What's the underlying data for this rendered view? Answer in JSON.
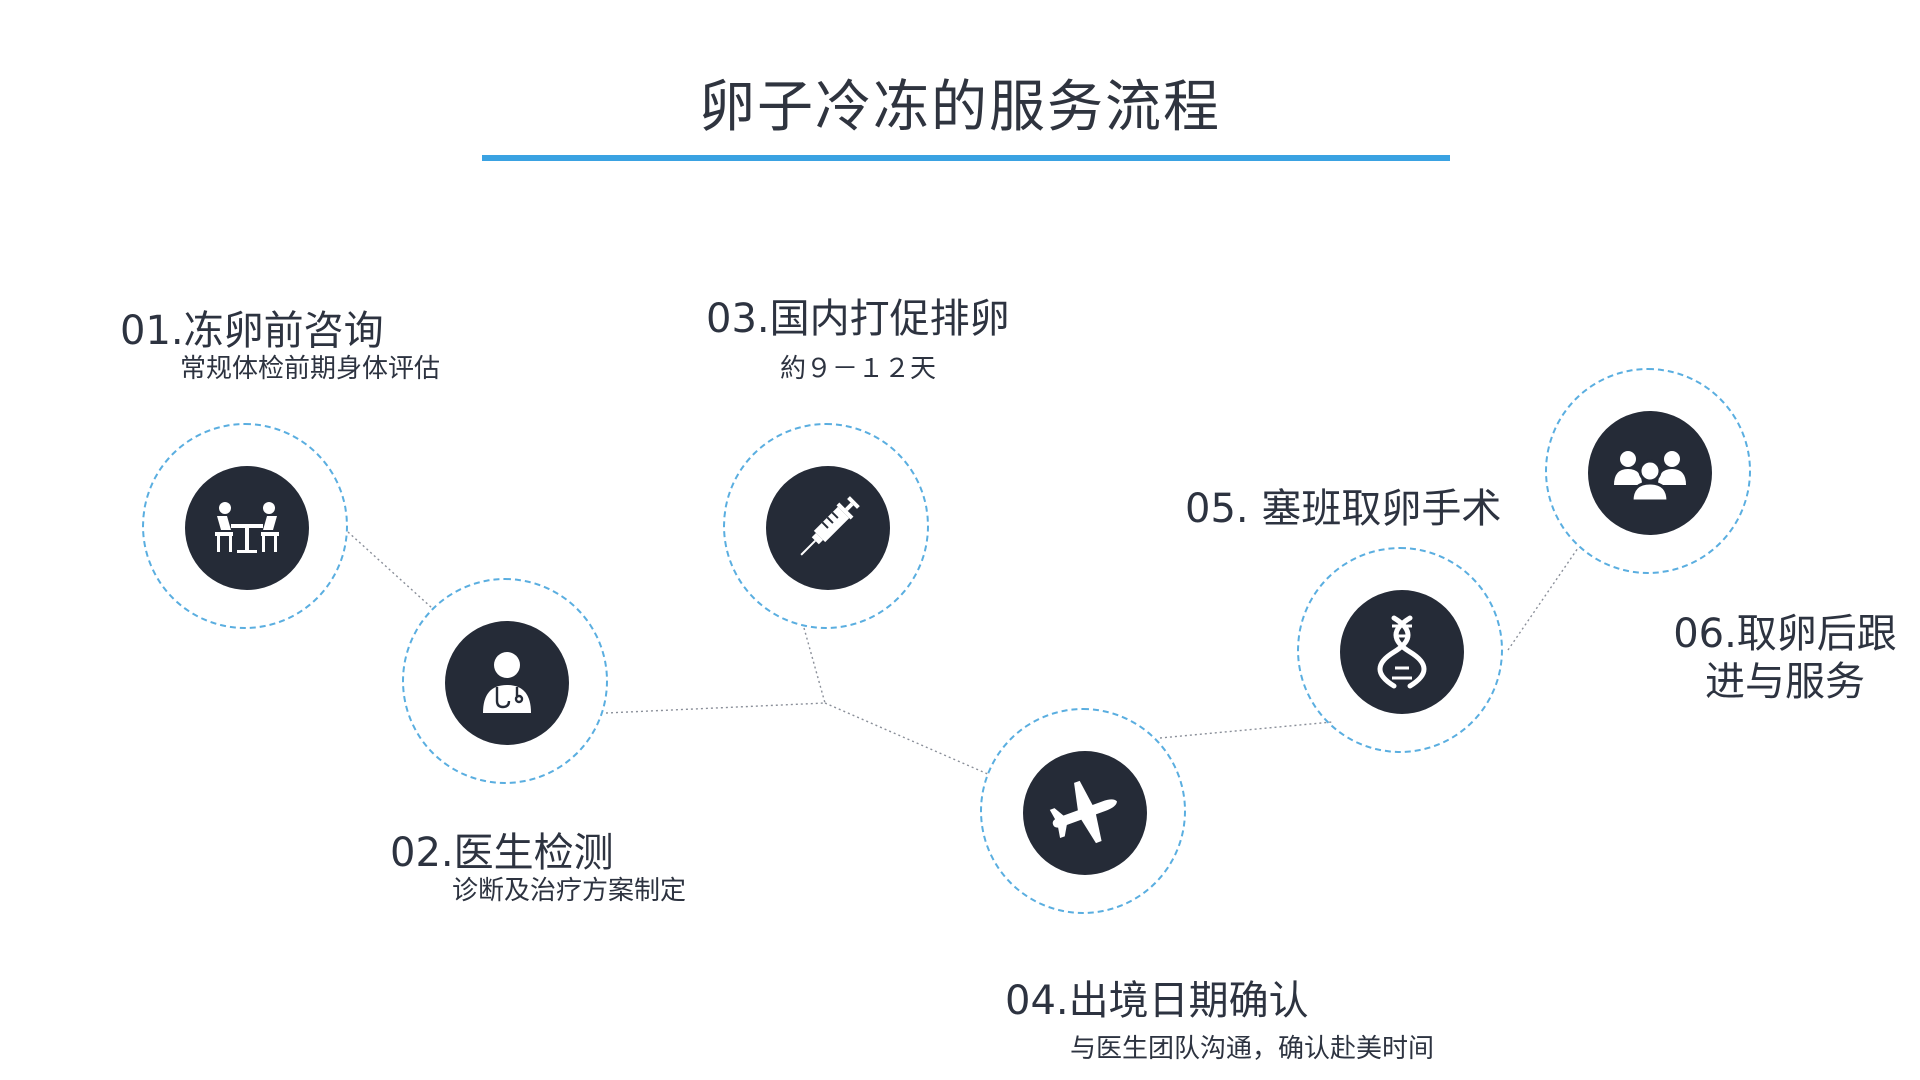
{
  "title": "卵子冷冻的服务流程",
  "steps": [
    {
      "title": "01.冻卵前咨询",
      "desc": "常规体检前期身体评估",
      "icon": "consultation-icon"
    },
    {
      "title": "02.医生检测",
      "desc": "诊断及治疗方案制定",
      "icon": "doctor-icon"
    },
    {
      "title": "03.国内打促排卵",
      "desc": "約９－１２天",
      "icon": "syringe-icon"
    },
    {
      "title": "04.出境日期确认",
      "desc": "与医生团队沟通，确认赴美时间",
      "icon": "airplane-icon"
    },
    {
      "title": "05. 塞班取卵手术",
      "desc": "",
      "icon": "dna-icon"
    },
    {
      "title": "06.取卵后跟进与服务",
      "desc": "",
      "icon": "group-icon"
    }
  ],
  "colors": {
    "accent": "#3aa2e2",
    "disc": "#252b37",
    "ring": "#5aaee0"
  }
}
